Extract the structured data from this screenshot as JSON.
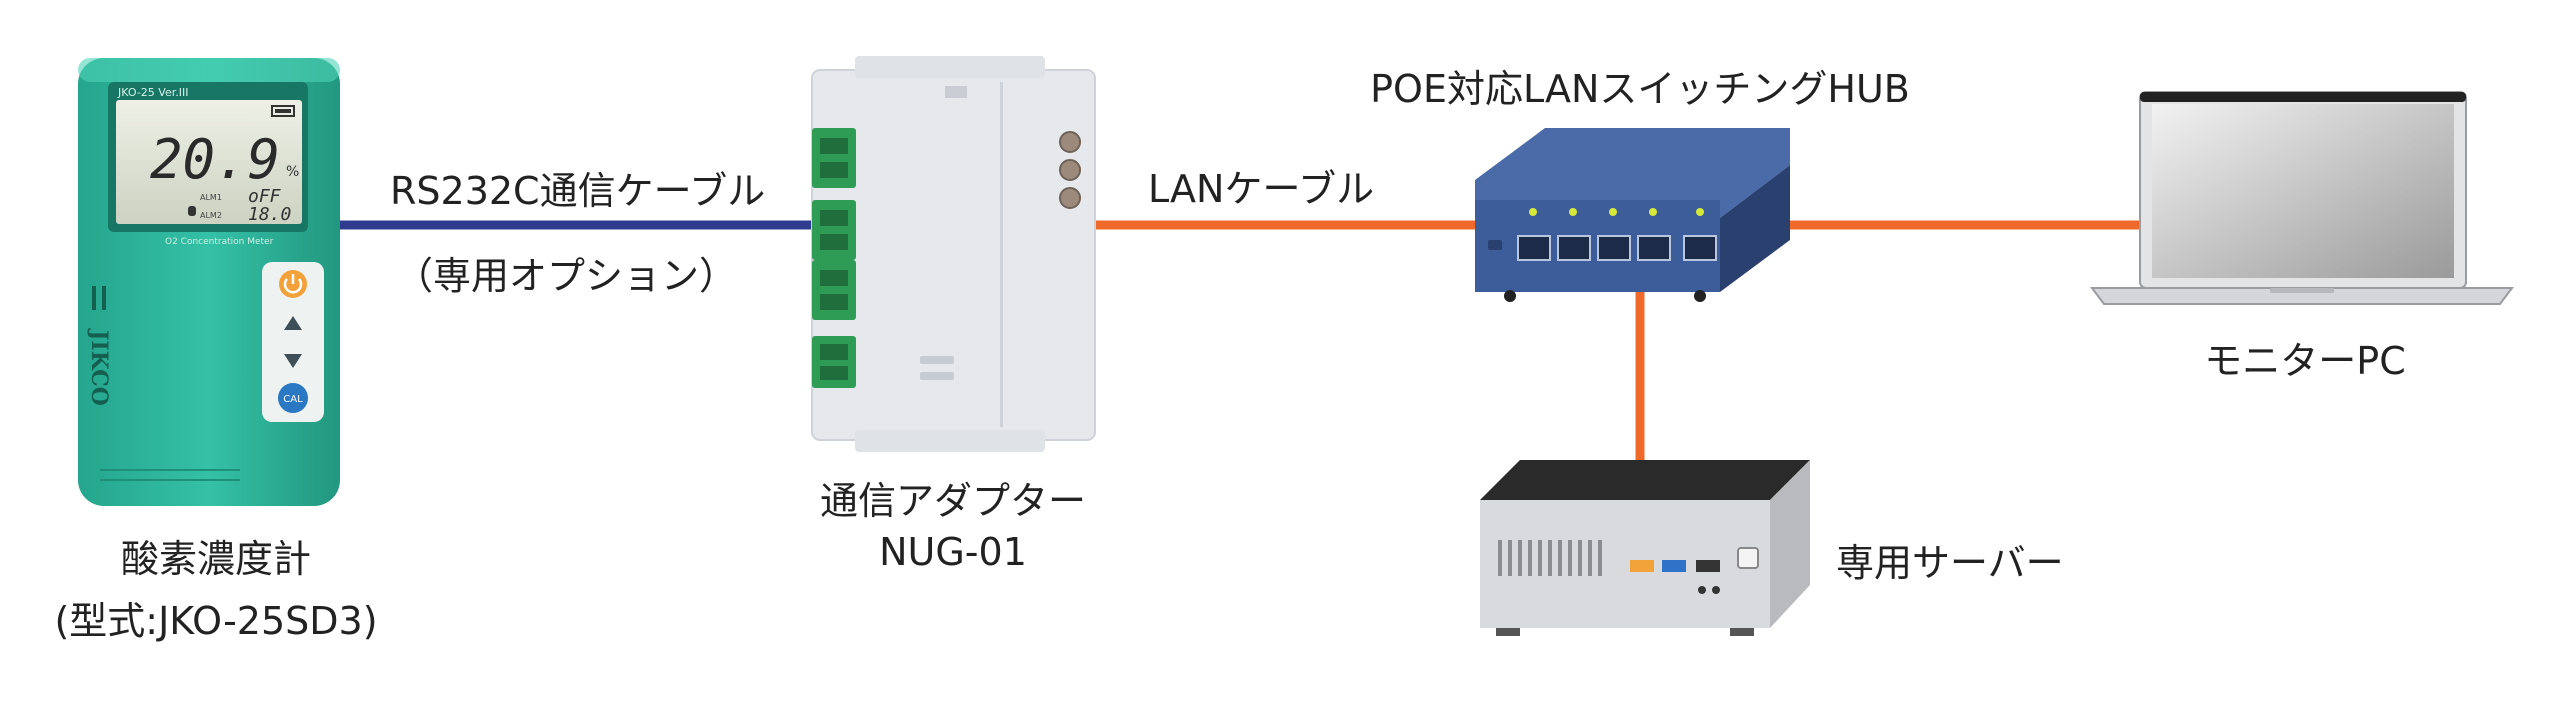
{
  "devices": {
    "meter": {
      "name": "酸素濃度計",
      "model": "(型式:JKO-25SD3)",
      "screen_model": "JKO-25 Ver.III",
      "reading": "20.9",
      "unit": "%",
      "alarm1": "oFF",
      "alarm2": "18.0",
      "alarm1_tag": "ALM1",
      "alarm2_tag": "ALM2",
      "footer_text": "O2 Concentration Meter",
      "brand": "JIKCO",
      "cal_label": "CAL"
    },
    "adapter": {
      "name": "通信アダプター",
      "model": "NUG-01"
    },
    "hub": {
      "name": "POE対応LANスイッチングHUB"
    },
    "pc": {
      "name": "モニターPC"
    },
    "server": {
      "name": "専用サーバー"
    }
  },
  "cables": {
    "rs232c": {
      "name": "RS232C通信ケーブル",
      "note": "（専用オプション）",
      "color": "#2e3b8f"
    },
    "lan": {
      "name": "LANケーブル",
      "color": "#ef6a2a"
    }
  },
  "colors": {
    "meter_body": "#2bb39a",
    "meter_dark": "#1f8f7a",
    "adapter_body": "#e6e8ec",
    "terminal_green": "#2f9c55",
    "hub_body": "#3d5d9a",
    "hub_dark": "#2a4170",
    "port_led": "#d6e83a",
    "laptop_frame": "#e3e4e6",
    "server_body": "#d9dadd",
    "server_top": "#2a2a2a"
  }
}
